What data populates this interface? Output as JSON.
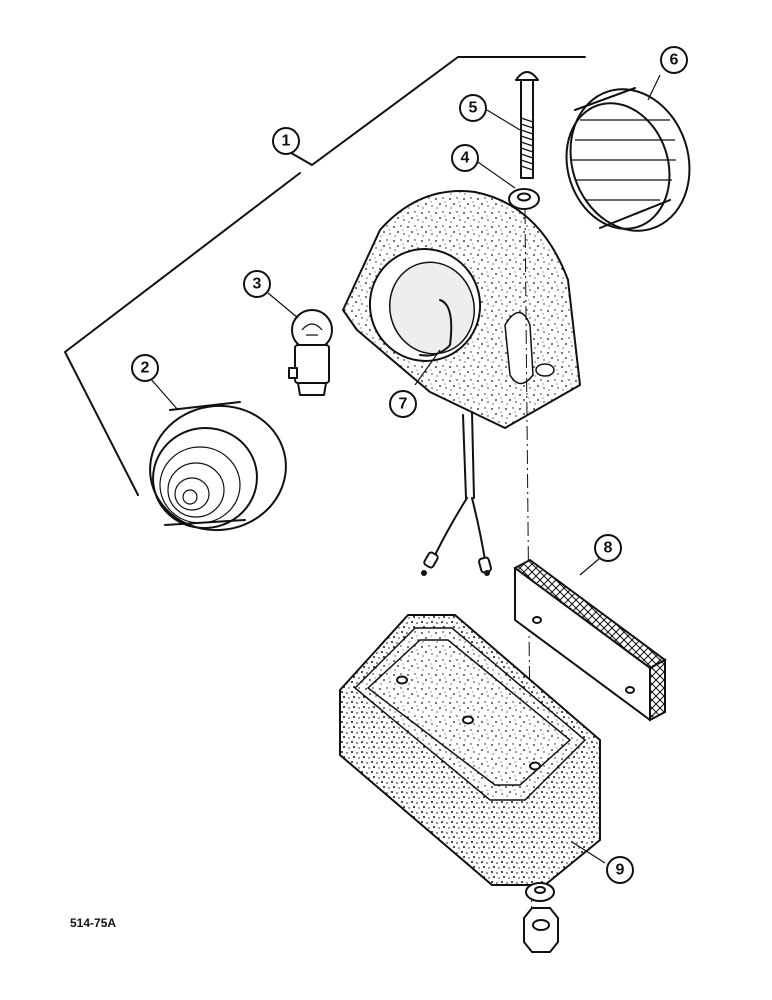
{
  "drawing_ref": "514-75A",
  "callouts": [
    "1",
    "2",
    "3",
    "4",
    "5",
    "6",
    "7",
    "8",
    "9"
  ]
}
